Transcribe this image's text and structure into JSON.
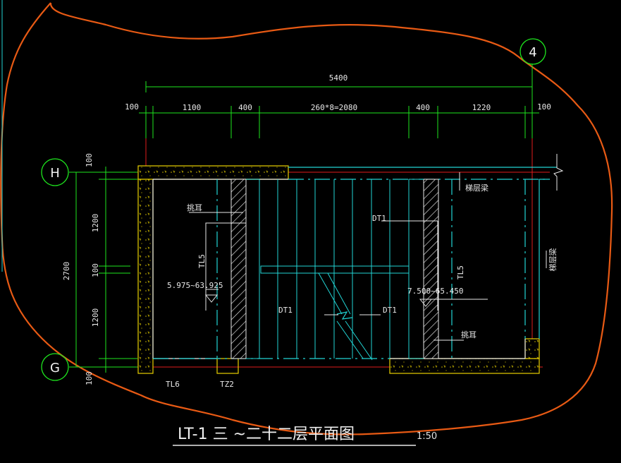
{
  "dimensions": {
    "total": "5400",
    "seg_left_edge": "100",
    "seg_1100": "1100",
    "seg_400_a": "400",
    "seg_stairs": "260*8=2080",
    "seg_400_b": "400",
    "seg_1220": "1220",
    "seg_right_edge": "100",
    "v_top": "100",
    "v_1200_a": "1200",
    "v_100_mid": "100",
    "v_1200_b": "1200",
    "v_bottom": "100",
    "v_total": "2700"
  },
  "axes": {
    "h_label": "H",
    "g_label": "G",
    "four_label": "4"
  },
  "labels": {
    "tiaoer_top": "挑耳",
    "tiaoer_bottom": "挑耳",
    "ceng_liang_top": "梯层梁",
    "ceng_liang_right": "梯层梁",
    "dt1_top": "DT1",
    "dt1_left": "DT1",
    "dt1_right": "DT1",
    "tl5_left": "TL5",
    "tl5_right": "TL5",
    "level_left": "5.975~63.925",
    "level_right": "7.500~65.450",
    "tl6": "TL6",
    "tz2": "TZ2"
  },
  "title": {
    "main": "LT-1   三 ~二十二层平面图",
    "scale": "1:50"
  },
  "colors": {
    "cyan": "#22d4d4",
    "green": "#1ee61e",
    "red": "#e01c1c",
    "yellow": "#e8d000",
    "orange": "#e85a14",
    "white": "#e8e8e8"
  }
}
